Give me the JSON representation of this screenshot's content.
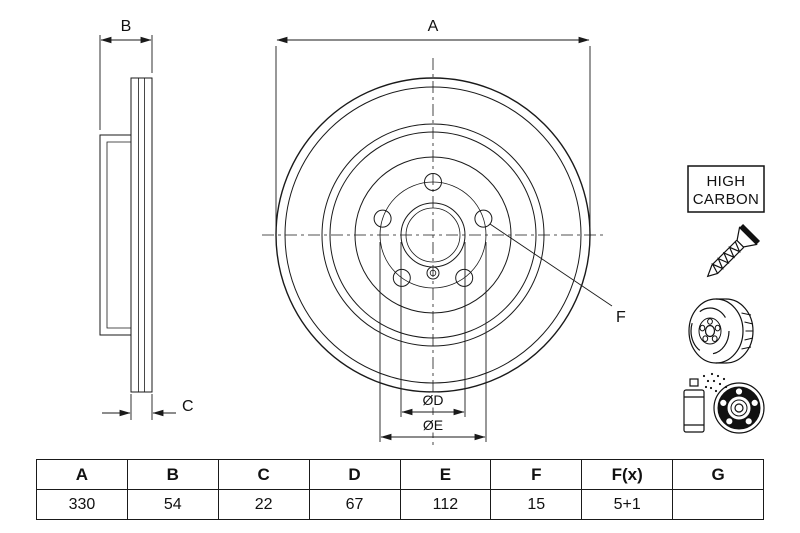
{
  "views": {
    "side_view": {
      "label_top": "B",
      "label_bottom": "C"
    },
    "front_view": {
      "label_top": "A",
      "label_bore": "ØD",
      "label_bolt_circle": "ØE",
      "label_pin_hole": "F"
    }
  },
  "badge": {
    "line1": "HIGH",
    "line2": "CARBON"
  },
  "icons": [
    {
      "name": "countersunk-screw-icon"
    },
    {
      "name": "vented-brake-disc-icon"
    },
    {
      "name": "spray-can-and-hub-icon"
    }
  ],
  "table": {
    "headers": [
      "A",
      "B",
      "C",
      "D",
      "E",
      "F",
      "F(x)",
      "G"
    ],
    "values": [
      "330",
      "54",
      "22",
      "67",
      "112",
      "15",
      "5+1",
      ""
    ]
  }
}
